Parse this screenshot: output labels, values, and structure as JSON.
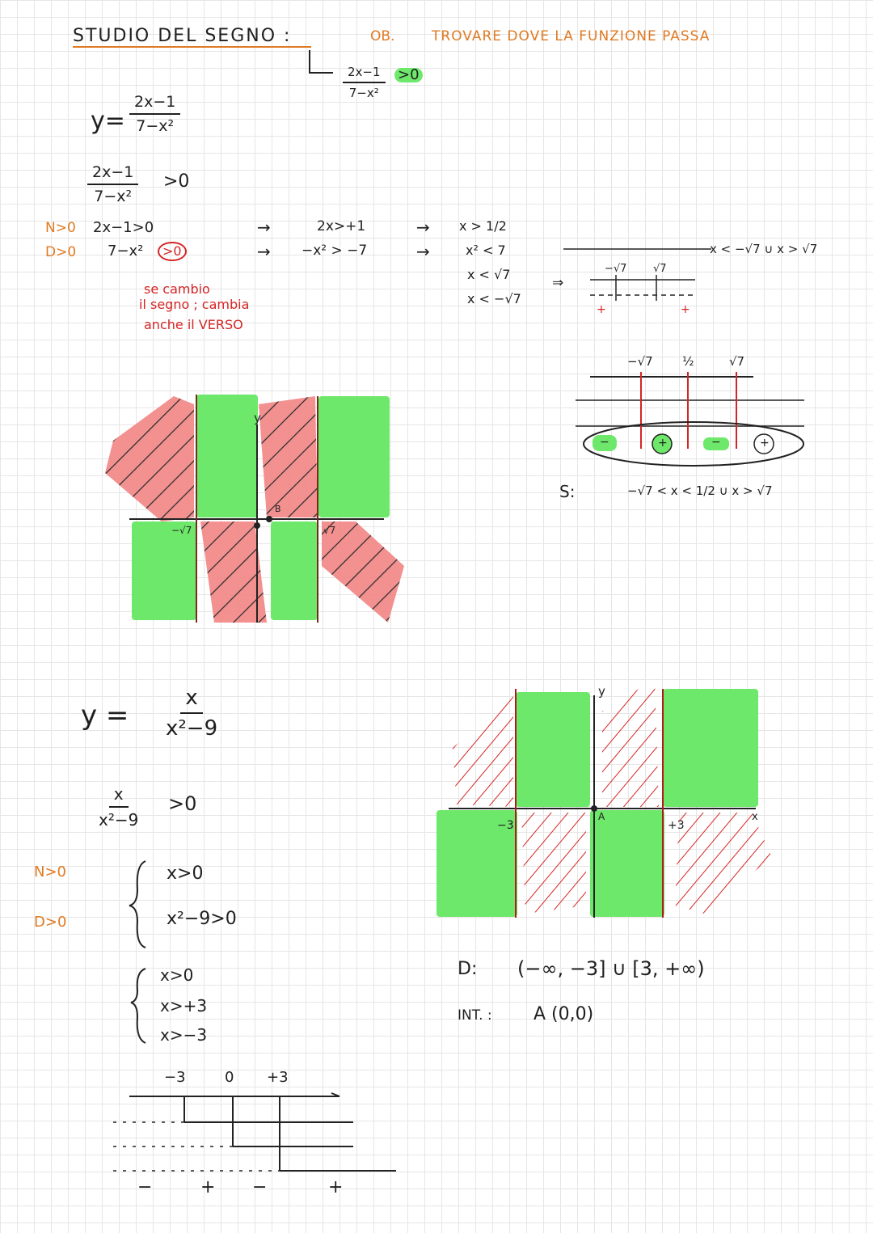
{
  "header": {
    "title": "STUDIO DEL SEGNO :",
    "ob_label": "OB.",
    "ob_text": "TROVARE DOVE LA FUNZIONE PASSA",
    "cond_num": "2x−1",
    "cond_den": "7−x²",
    "cond_rel": ">0"
  },
  "ex1": {
    "y_label": "y=",
    "num": "2x−1",
    "den": "7−x²",
    "ineq_rel": ">0",
    "n_label": "N>0",
    "d_label": "D>0",
    "n_expr": "2x−1>0",
    "d_expr_left": "7−x²",
    "d_expr_rel": ">0",
    "step_n1": "2x>+1",
    "step_d1": "−x² > −7",
    "step_n2": "x > 1/2",
    "step_d2": "x² < 7",
    "step_d3": "x < √7",
    "step_d4": "x < −√7",
    "result": "x < −√7 ∪ x > √7",
    "note_1": "se cambio",
    "note_2": "il segno ; cambia",
    "note_3": "anche il VERSO",
    "arrow": "→",
    "implies": "⇒",
    "small_chart": {
      "neg": "−√7",
      "pos": "√7",
      "plus_left": "+",
      "plus_right": "+"
    },
    "sign_chart": {
      "ticks": [
        "−√7",
        "½",
        "√7"
      ],
      "signs": [
        "−",
        "+",
        "−",
        "+"
      ]
    },
    "solution_label": "S:",
    "solution": "−√7 < x < 1/2   ∪  x > √7",
    "graph": {
      "y_axis": "y",
      "point": "B",
      "neg": "−√7",
      "pos": "√7"
    }
  },
  "ex2": {
    "y_label": "y =",
    "num": "x",
    "den": "x²−9",
    "ineq_rel": ">0",
    "n_label": "N>0",
    "d_label": "D>0",
    "sys1": [
      "x>0",
      "x²−9>0"
    ],
    "sys2": [
      "x>0",
      "x>+3",
      "x>−3"
    ],
    "chart_ticks": [
      "−3",
      "0",
      "+3"
    ],
    "chart_signs": [
      "−",
      "+",
      "−",
      "+"
    ],
    "graph": {
      "y_axis": "y",
      "x_axis": "x",
      "point": "A",
      "neg": "−3",
      "pos": "+3"
    },
    "domain_label": "D:",
    "domain": "(−∞, −3] ∪ [3, +∞)",
    "int_label": "INT. :",
    "int_value": "A (0,0)"
  },
  "colors": {
    "green": "#6ee86b",
    "red_hatch": "#ee6e6e",
    "orange": "#e07a22",
    "red": "#d42525"
  }
}
